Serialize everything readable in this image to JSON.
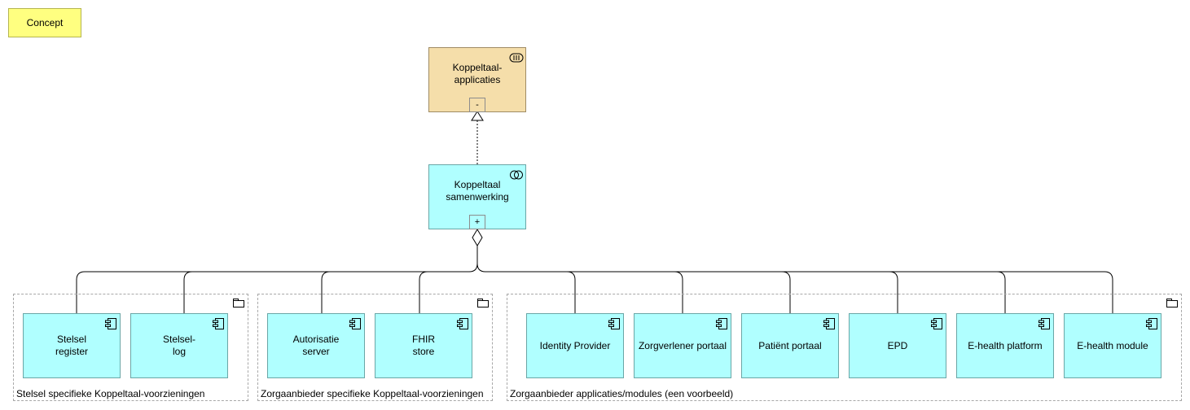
{
  "legend": {
    "concept_label": "Concept"
  },
  "parent": {
    "label": "Koppeltaal-\napplicaties",
    "expander": "-",
    "icon": "technology-service-icon"
  },
  "collaboration": {
    "label": "Koppeltaal\nsamenwerking",
    "expander": "+",
    "icon": "application-collaboration-icon"
  },
  "groups": [
    {
      "label": "Stelsel specifieke Koppeltaal-voorzieningen"
    },
    {
      "label": "Zorgaanbieder specifieke Koppeltaal-voorzieningen"
    },
    {
      "label": "Zorgaanbieder applicaties/modules (een voorbeeld)"
    }
  ],
  "components": [
    {
      "label": "Stelsel\nregister"
    },
    {
      "label": "Stelsel-\nlog"
    },
    {
      "label": "Autorisatie\nserver"
    },
    {
      "label": "FHIR\nstore"
    },
    {
      "label": "Identity Provider"
    },
    {
      "label": "Zorgverlener portaal"
    },
    {
      "label": "Patiënt portaal"
    },
    {
      "label": "EPD"
    },
    {
      "label": "E-health platform"
    },
    {
      "label": "E-health module"
    }
  ],
  "colors": {
    "concept_fill": "#ffff80",
    "technology_fill": "#f5deaa",
    "application_fill": "#b0ffff"
  }
}
